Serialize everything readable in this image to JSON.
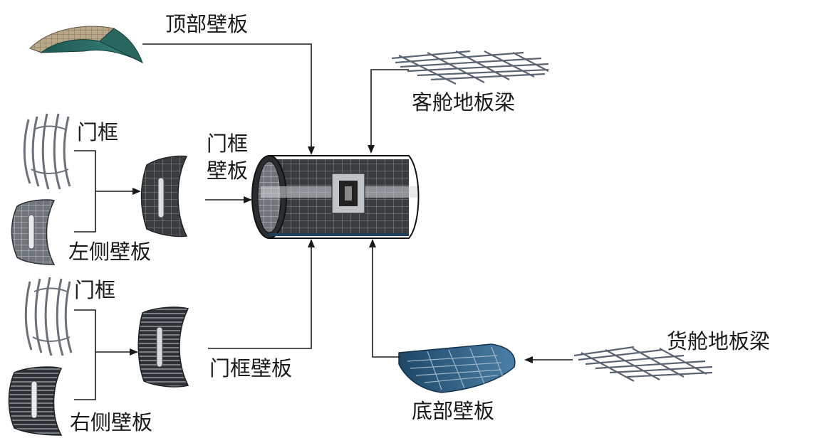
{
  "labels": {
    "top_panel": "顶部壁板",
    "cabin_floor_beam": "客舱地板梁",
    "door_frame_upper": "门框",
    "door_frame_panel_upper_1": "门框",
    "door_frame_panel_upper_2": "壁板",
    "left_side_panel": "左侧壁板",
    "door_frame_lower": "门框",
    "door_frame_panel_lower": "门框壁板",
    "right_side_panel": "右侧壁板",
    "bottom_panel": "底部壁板",
    "cargo_floor_beam": "货舱地板梁"
  },
  "colors": {
    "line": "#1a1a1a",
    "panel_dark": "#3a3d40",
    "panel_mid": "#7d8288",
    "panel_light": "#c9cdd1",
    "top_panel_tan": "#b9a98a",
    "top_panel_teal": "#2f6f6a",
    "bottom_panel_blue": "#2f5f86",
    "beam": "#5a6472"
  }
}
